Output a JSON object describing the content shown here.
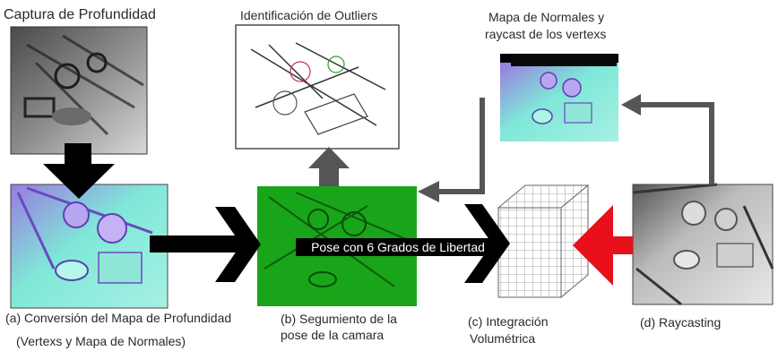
{
  "labels": {
    "depth_capture": "Captura de Profundidad",
    "outlier_id": "Identificación de Outliers",
    "normals_raycast_1": "Mapa de Normales y",
    "normals_raycast_2": "raycast de los vertexs",
    "step_a_1": "(a) Conversión del Mapa de Profundidad",
    "step_a_2": "(Vertexs y Mapa de Normales)",
    "step_b_1": "(b) Segumiento de la",
    "step_b_2": "pose de la camara",
    "step_c_1": "(c) Integración",
    "step_c_2": "Volumétrica",
    "step_d": "(d) Raycasting",
    "pose": "Pose con 6 Grados de Libertad"
  },
  "colors": {
    "arrow_main": "#000000",
    "arrow_gray": "#555555",
    "arrow_red": "#e8101a",
    "tracking_green": "#19a519",
    "normals_cyan": "#7fe8d8",
    "normals_purple": "#7a4fd0"
  }
}
